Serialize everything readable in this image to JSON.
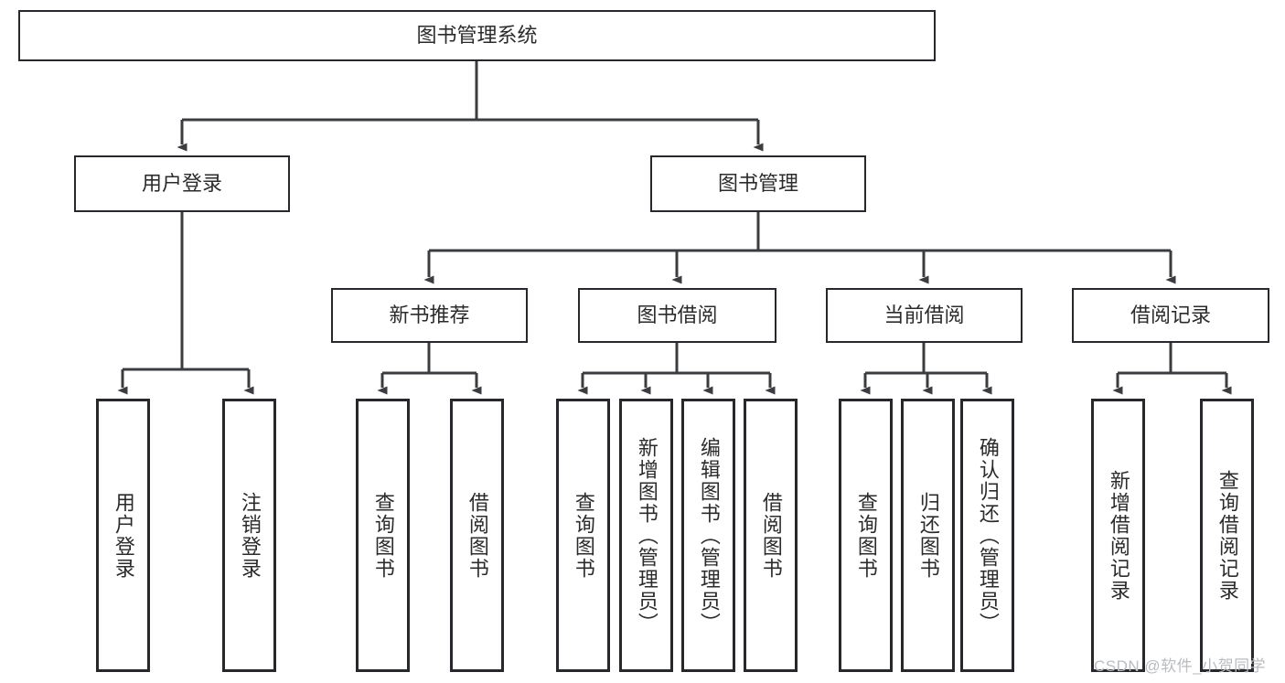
{
  "diagram": {
    "type": "tree-hierarchy",
    "title": "图书管理系统",
    "root": {
      "id": "root",
      "label": "图书管理系统"
    },
    "level2": [
      {
        "id": "login",
        "label": "用户登录"
      },
      {
        "id": "bookmgmt",
        "label": "图书管理"
      }
    ],
    "level3": [
      {
        "id": "newbook",
        "label": "新书推荐",
        "parent": "bookmgmt"
      },
      {
        "id": "borrow",
        "label": "图书借阅",
        "parent": "bookmgmt"
      },
      {
        "id": "current",
        "label": "当前借阅",
        "parent": "bookmgmt"
      },
      {
        "id": "record",
        "label": "借阅记录",
        "parent": "bookmgmt"
      }
    ],
    "leaves": [
      {
        "id": "leaf-user-login",
        "label": "用户登录",
        "parent": "login"
      },
      {
        "id": "leaf-user-logout",
        "label": "注销登录",
        "parent": "login"
      },
      {
        "id": "leaf-newbook-query",
        "label": "查询图书",
        "parent": "newbook"
      },
      {
        "id": "leaf-newbook-borrow",
        "label": "借阅图书",
        "parent": "newbook"
      },
      {
        "id": "leaf-borrow-query",
        "label": "查询图书",
        "parent": "borrow"
      },
      {
        "id": "leaf-borrow-add",
        "label": "新增图书（管理员）",
        "parent": "borrow"
      },
      {
        "id": "leaf-borrow-edit",
        "label": "编辑图书（管理员）",
        "parent": "borrow"
      },
      {
        "id": "leaf-borrow-lend",
        "label": "借阅图书",
        "parent": "borrow"
      },
      {
        "id": "leaf-current-query",
        "label": "查询图书",
        "parent": "current"
      },
      {
        "id": "leaf-current-return",
        "label": "归还图书",
        "parent": "current"
      },
      {
        "id": "leaf-current-confirm",
        "label": "确认归还（管理员）",
        "parent": "current"
      },
      {
        "id": "leaf-record-add",
        "label": "新增借阅记录",
        "parent": "record"
      },
      {
        "id": "leaf-record-query",
        "label": "查询借阅记录",
        "parent": "record"
      }
    ],
    "colors": {
      "border": "#26282b",
      "background": "#ffffff",
      "text": "#2b2b2b",
      "edge": "#3a3c3f",
      "watermark": "#b9bcc0"
    }
  },
  "watermark": {
    "text": "CSDN @软件_小贺同学"
  }
}
